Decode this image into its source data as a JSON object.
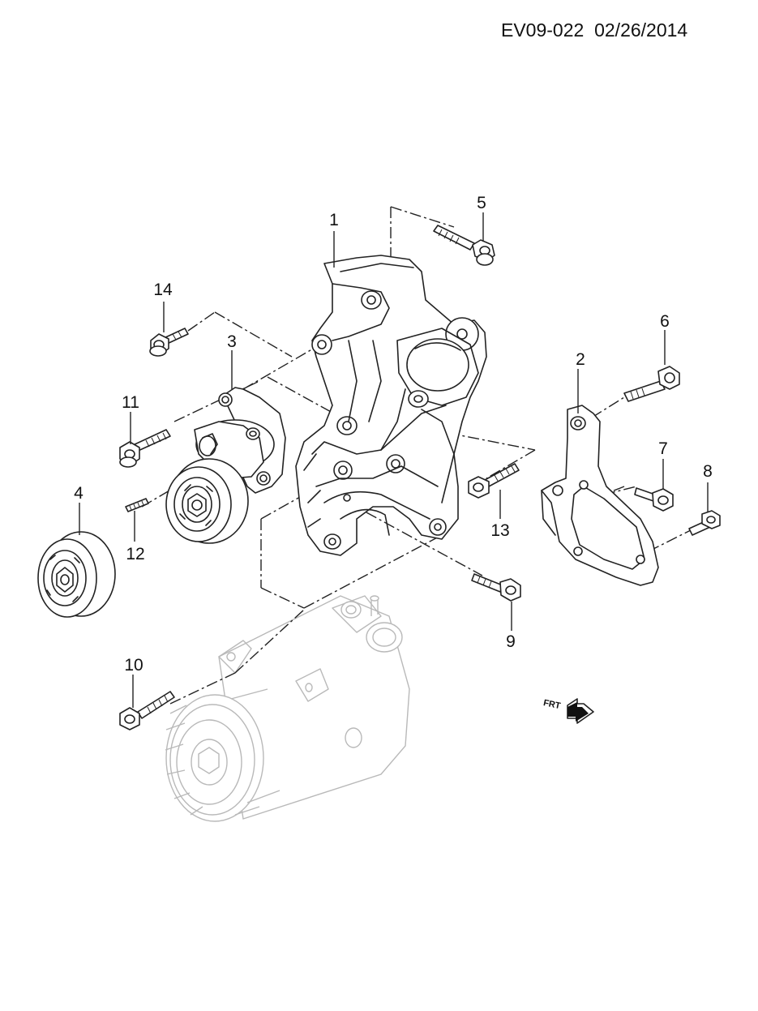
{
  "header": {
    "code": "EV09-022",
    "date": "02/26/2014"
  },
  "callouts": [
    {
      "id": "c1",
      "label": "1"
    },
    {
      "id": "c2",
      "label": "2"
    },
    {
      "id": "c3",
      "label": "3"
    },
    {
      "id": "c4",
      "label": "4"
    },
    {
      "id": "c5",
      "label": "5"
    },
    {
      "id": "c6",
      "label": "6"
    },
    {
      "id": "c7",
      "label": "7"
    },
    {
      "id": "c8",
      "label": "8"
    },
    {
      "id": "c9",
      "label": "9"
    },
    {
      "id": "c10",
      "label": "10"
    },
    {
      "id": "c11",
      "label": "11"
    },
    {
      "id": "c12",
      "label": "12"
    },
    {
      "id": "c13",
      "label": "13"
    },
    {
      "id": "c14",
      "label": "14"
    }
  ],
  "front_arrow": {
    "label": "FRT"
  }
}
